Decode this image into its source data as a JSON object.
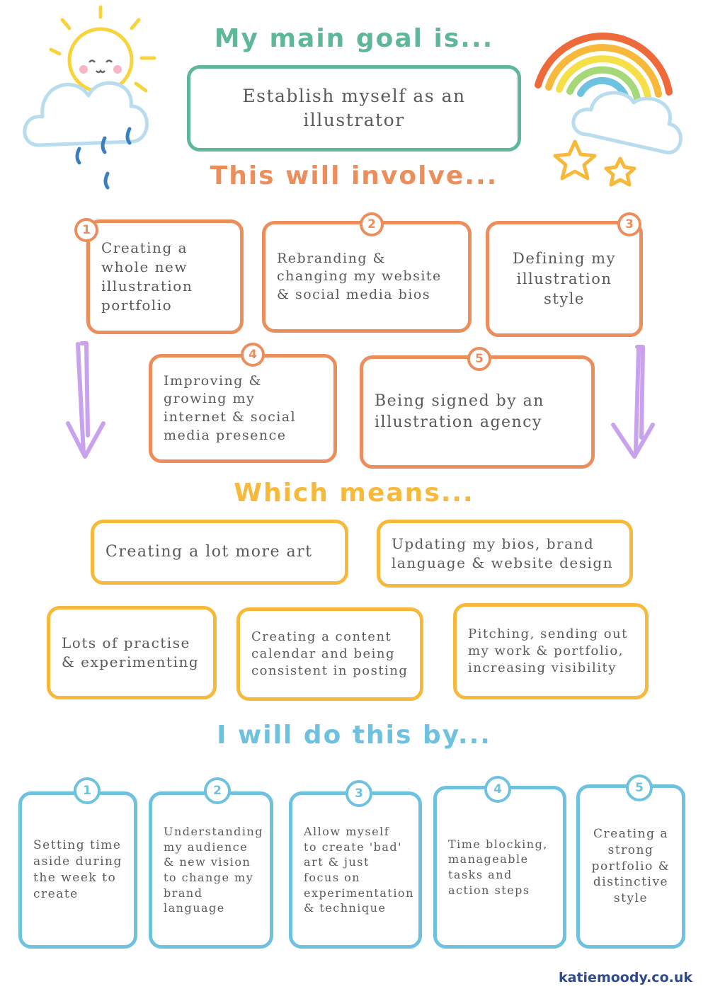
{
  "colors": {
    "goal": "#5fb79a",
    "involve": "#ec8d5c",
    "means": "#f6b93b",
    "dothis": "#6ec2df",
    "credit": "#2f4a8a"
  },
  "goal": {
    "heading": "My main goal is...",
    "text": "Establish myself as an illustrator"
  },
  "involve": {
    "heading": "This will involve...",
    "items": [
      {
        "num": "1",
        "text": "Creating a whole new illustration portfolio"
      },
      {
        "num": "2",
        "text": "Rebranding & changing my website & social media bios"
      },
      {
        "num": "3",
        "text": "Defining my illustration style"
      },
      {
        "num": "4",
        "text": "Improving & growing my internet & social media presence"
      },
      {
        "num": "5",
        "text": "Being signed by an illustration agency"
      }
    ]
  },
  "means": {
    "heading": "Which means...",
    "items": [
      {
        "text": "Creating a lot more art"
      },
      {
        "text": "Updating my bios, brand language & website design"
      },
      {
        "text": "Lots of practise & experimenting"
      },
      {
        "text": "Creating a content calendar and being consistent in posting"
      },
      {
        "text": "Pitching, sending out my work & portfolio, increasing visibility"
      }
    ]
  },
  "dothis": {
    "heading": "I will do this by...",
    "items": [
      {
        "num": "1",
        "text": "Setting time aside during the week to create"
      },
      {
        "num": "2",
        "text": "Understanding my audience & new vision to change my brand language"
      },
      {
        "num": "3",
        "text": "Allow myself to create 'bad' art & just focus on experimentation & technique"
      },
      {
        "num": "4",
        "text": "Time blocking, manageable tasks and action steps"
      },
      {
        "num": "5",
        "text": "Creating a strong portfolio & distinctive style"
      }
    ]
  },
  "credit": "katiemoody.co.uk",
  "icons": [
    "sun-face-icon",
    "cloud-icon",
    "raindrop-icon",
    "rainbow-icon",
    "star-icon",
    "arrow-down-icon"
  ]
}
